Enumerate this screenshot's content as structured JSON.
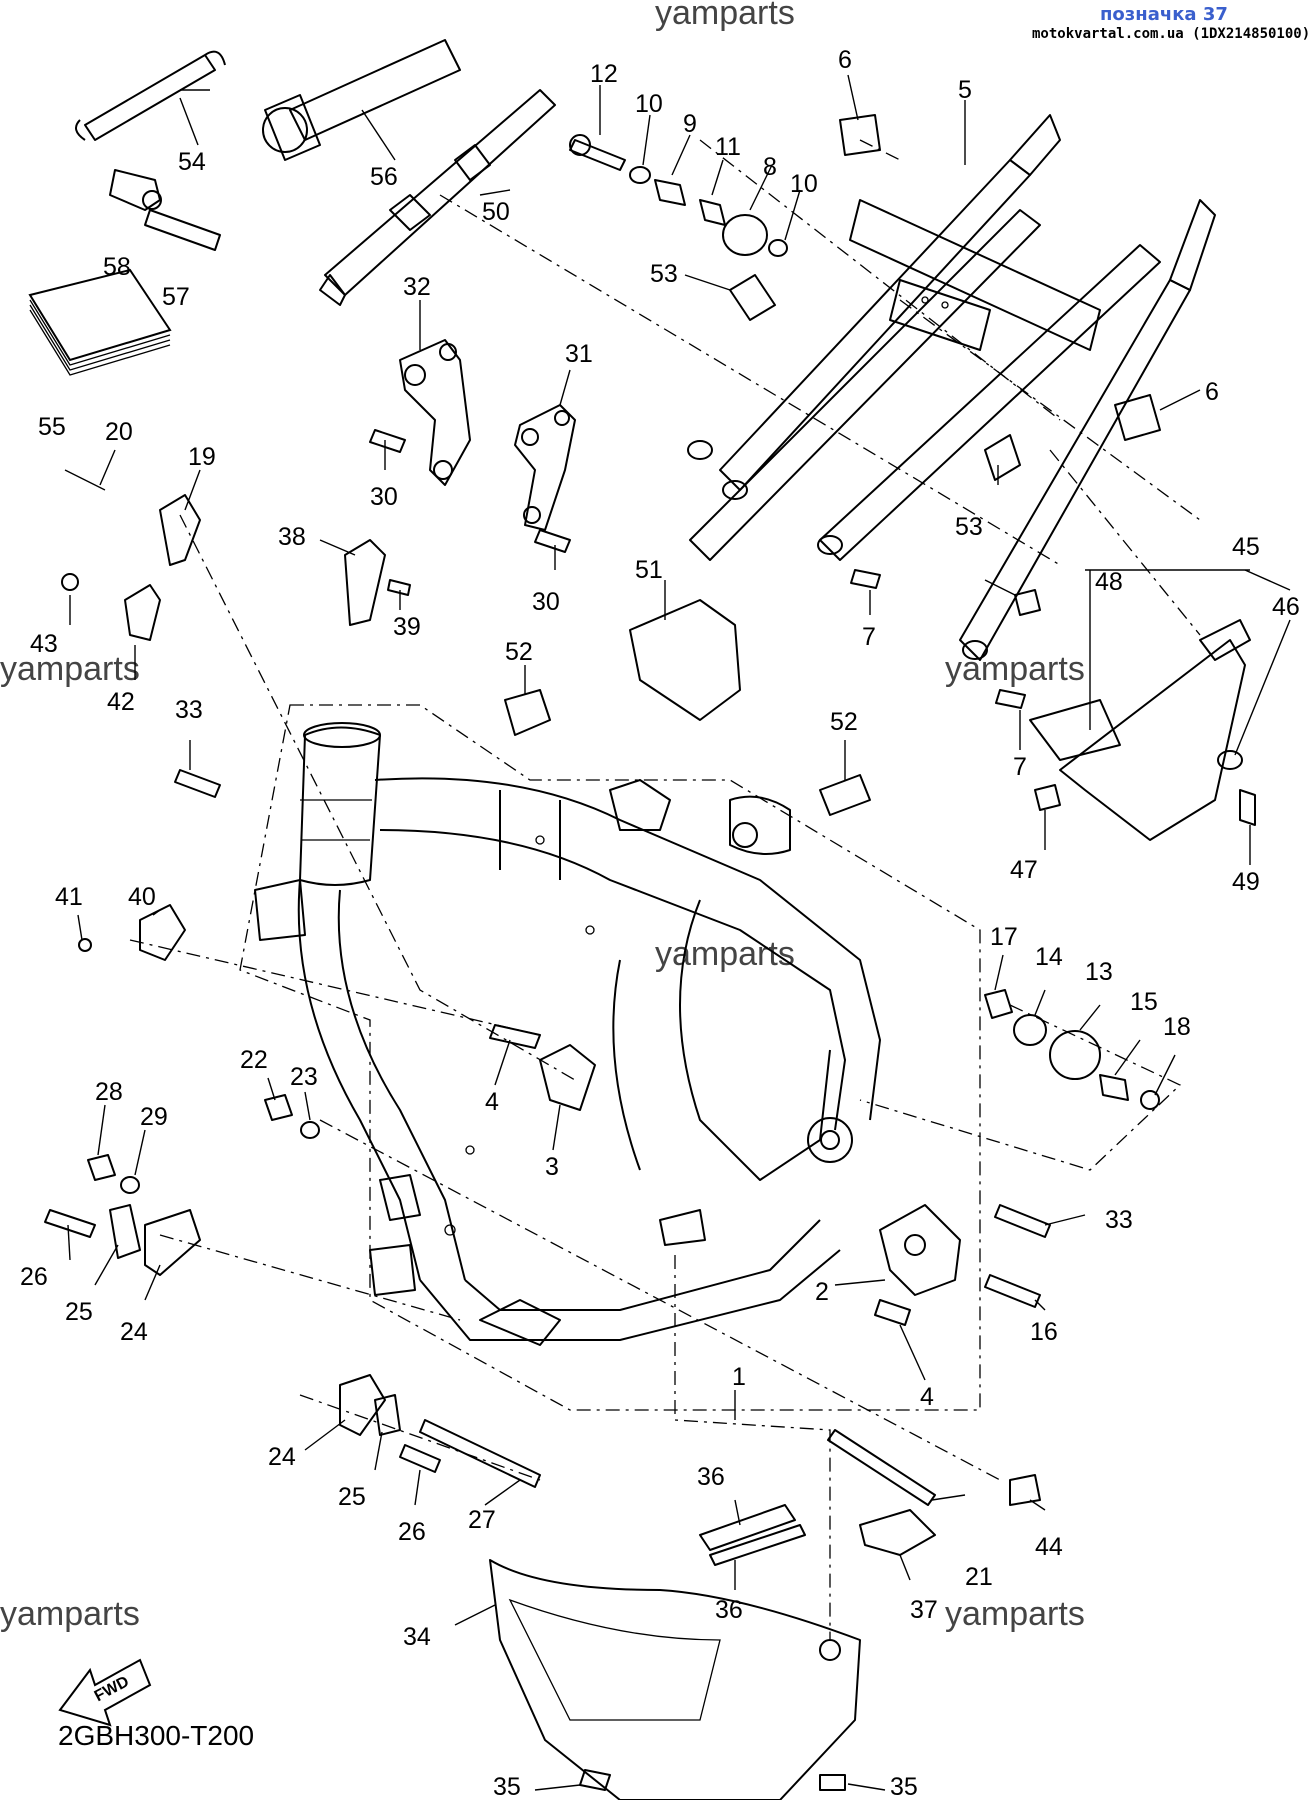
{
  "header": {
    "badge": "позначка 37",
    "source_line": "motokvartal.com.ua (1DX214850100)"
  },
  "watermark": "yamparts",
  "diagram_code": "2GBH300-T200",
  "fwd_label": "FWD",
  "callouts": {
    "c1": "1",
    "c2": "2",
    "c3": "3",
    "c4a": "4",
    "c4b": "4",
    "c5": "5",
    "c6a": "6",
    "c6b": "6",
    "c7a": "7",
    "c7b": "7",
    "c8": "8",
    "c9": "9",
    "c10a": "10",
    "c10b": "10",
    "c11": "11",
    "c12": "12",
    "c13": "13",
    "c14": "14",
    "c15": "15",
    "c16": "16",
    "c17": "17",
    "c18": "18",
    "c19": "19",
    "c20": "20",
    "c21": "21",
    "c22": "22",
    "c23": "23",
    "c24a": "24",
    "c24b": "24",
    "c25a": "25",
    "c25b": "25",
    "c26a": "26",
    "c26b": "26",
    "c27": "27",
    "c28": "28",
    "c29": "29",
    "c30a": "30",
    "c30b": "30",
    "c31": "31",
    "c32": "32",
    "c33a": "33",
    "c33b": "33",
    "c34": "34",
    "c35a": "35",
    "c35b": "35",
    "c36a": "36",
    "c36b": "36",
    "c37": "37",
    "c38": "38",
    "c39": "39",
    "c40": "40",
    "c41": "41",
    "c42": "42",
    "c43": "43",
    "c44": "44",
    "c45": "45",
    "c46": "46",
    "c47": "47",
    "c48": "48",
    "c49": "49",
    "c50": "50",
    "c51": "51",
    "c52a": "52",
    "c52b": "52",
    "c53a": "53",
    "c53b": "53",
    "c54": "54",
    "c55": "55",
    "c56": "56",
    "c57": "57",
    "c58": "58"
  }
}
